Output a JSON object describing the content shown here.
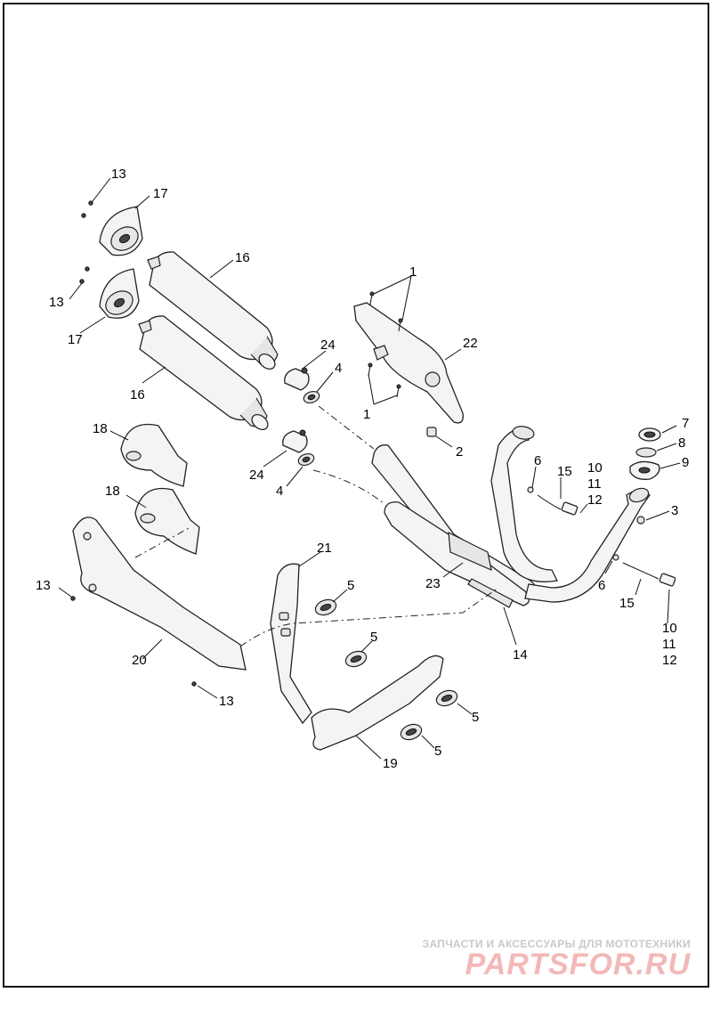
{
  "callouts": [
    {
      "id": "c13a",
      "text": "13"
    },
    {
      "id": "c17a",
      "text": "17"
    },
    {
      "id": "c16a",
      "text": "16"
    },
    {
      "id": "c13b",
      "text": "13"
    },
    {
      "id": "c17b",
      "text": "17"
    },
    {
      "id": "c1a",
      "text": "1"
    },
    {
      "id": "c24a",
      "text": "24"
    },
    {
      "id": "c22",
      "text": "22"
    },
    {
      "id": "c4a",
      "text": "4"
    },
    {
      "id": "c16b",
      "text": "16"
    },
    {
      "id": "c1b",
      "text": "1"
    },
    {
      "id": "c7",
      "text": "7"
    },
    {
      "id": "c8",
      "text": "8"
    },
    {
      "id": "c18a",
      "text": "18"
    },
    {
      "id": "c2",
      "text": "2"
    },
    {
      "id": "c9",
      "text": "9"
    },
    {
      "id": "c6a",
      "text": "6"
    },
    {
      "id": "c15a",
      "text": "15"
    },
    {
      "id": "c10a",
      "text": "10"
    },
    {
      "id": "c11a",
      "text": "11"
    },
    {
      "id": "c12a",
      "text": "12"
    },
    {
      "id": "c24b",
      "text": "24"
    },
    {
      "id": "c4b",
      "text": "4"
    },
    {
      "id": "c3",
      "text": "3"
    },
    {
      "id": "c18b",
      "text": "18"
    },
    {
      "id": "c21",
      "text": "21"
    },
    {
      "id": "c23",
      "text": "23"
    },
    {
      "id": "c6b",
      "text": "6"
    },
    {
      "id": "c13c",
      "text": "13"
    },
    {
      "id": "c5a",
      "text": "5"
    },
    {
      "id": "c15b",
      "text": "15"
    },
    {
      "id": "c10b",
      "text": "10"
    },
    {
      "id": "c11b",
      "text": "11"
    },
    {
      "id": "c12b",
      "text": "12"
    },
    {
      "id": "c5b",
      "text": "5"
    },
    {
      "id": "c14",
      "text": "14"
    },
    {
      "id": "c20",
      "text": "20"
    },
    {
      "id": "c13d",
      "text": "13"
    },
    {
      "id": "c5c",
      "text": "5"
    },
    {
      "id": "c5d",
      "text": "5"
    },
    {
      "id": "c19",
      "text": "19"
    }
  ],
  "watermark": {
    "tagline": "ЗАПЧАСТИ И АКСЕССУАРЫ ДЛЯ МОТОТЕХНИКИ",
    "logo": "PARTSFOR.RU"
  },
  "colors": {
    "line": "#222222",
    "fill": "#f4f4f4",
    "watermark_logo": "#f3b8b8",
    "watermark_text": "#c9c9c9"
  }
}
